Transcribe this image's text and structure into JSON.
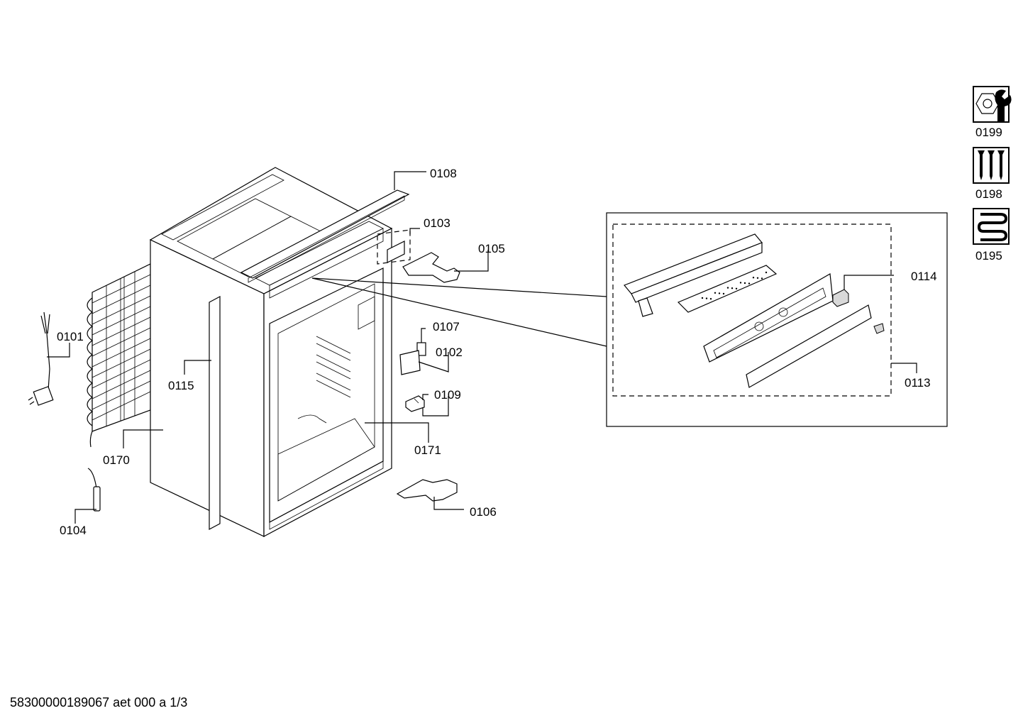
{
  "labels": {
    "p0108": "0108",
    "p0103": "0103",
    "p0105": "0105",
    "p0114": "0114",
    "p0101": "0101",
    "p0107": "0107",
    "p0102": "0102",
    "p0115": "0115",
    "p0109": "0109",
    "p0113": "0113",
    "p0170": "0170",
    "p0171": "0171",
    "p0106": "0106",
    "p0104": "0104"
  },
  "legend": [
    {
      "code": "0199",
      "icon": "nut-wrench-icon"
    },
    {
      "code": "0198",
      "icon": "screws-icon"
    },
    {
      "code": "0195",
      "icon": "heating-coil-icon"
    }
  ],
  "footer": "58300000189067 aet 000 a 1/3"
}
